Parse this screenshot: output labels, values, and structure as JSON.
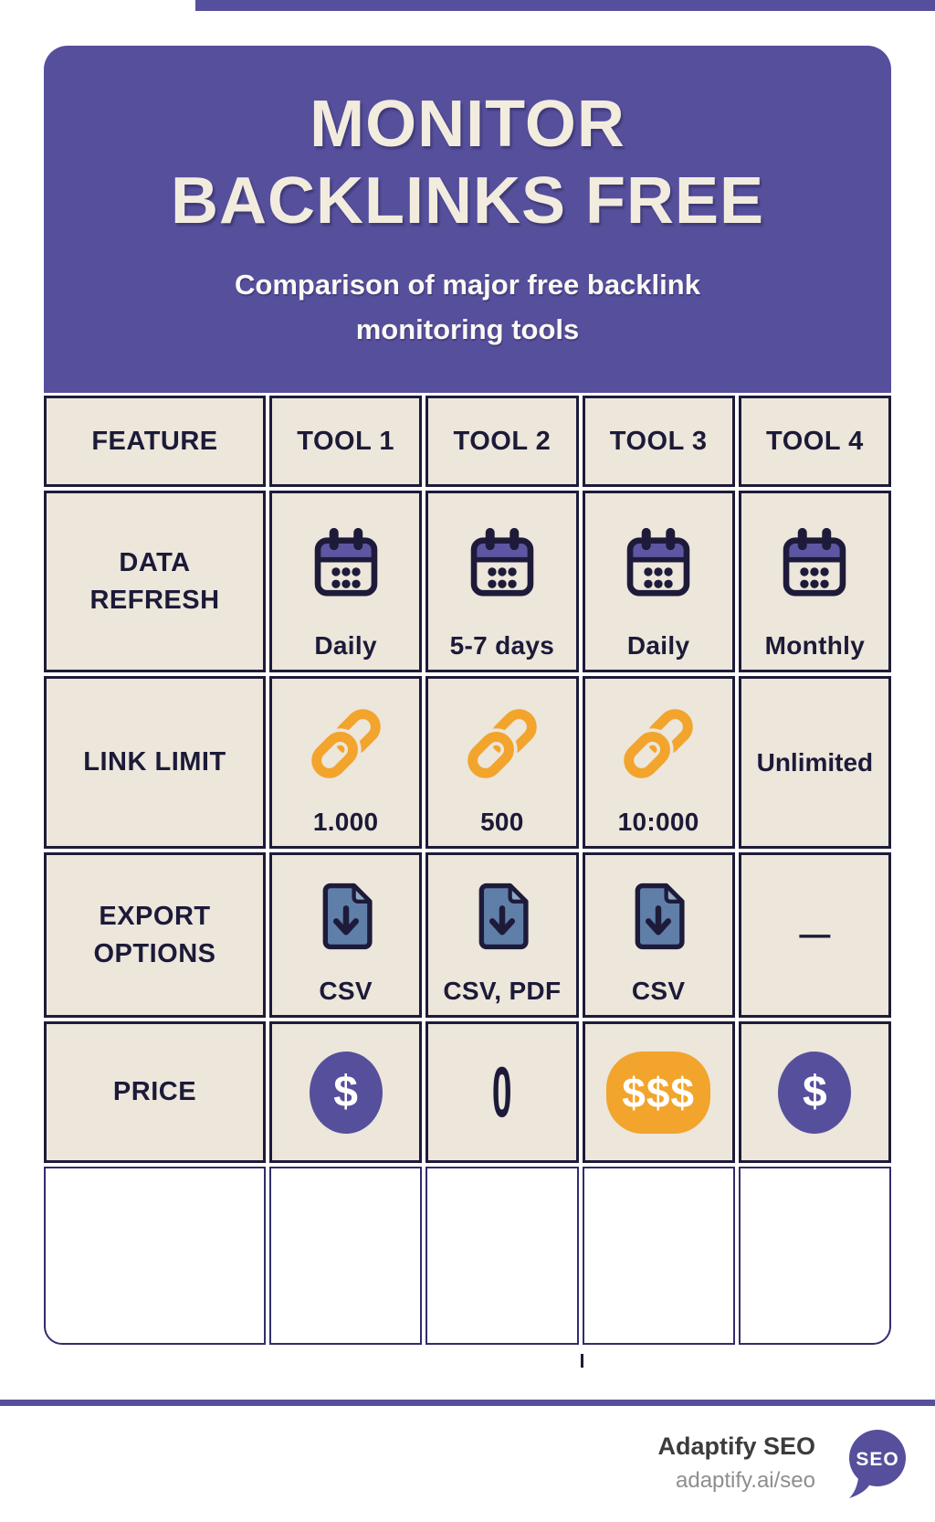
{
  "colors": {
    "purple": "#564f9c",
    "purple-band": "#5d56a2",
    "navy": "#1e1b3a",
    "ink": "#1c1a38",
    "beige": "#ece6db",
    "orange": "#f2a42c",
    "blue": "#5f7fa9",
    "blue-light": "#8ea8c3",
    "cream": "#f2ecdf"
  },
  "header": {
    "title_line1": "MONITOR",
    "title_line2": "BACKLINKS FREE",
    "subtitle": "Comparison of major free backlink monitoring tools"
  },
  "table": {
    "headers": [
      "FEATURE",
      "TOOL 1",
      "TOOL 2",
      "TOOL 3",
      "TOOL 4"
    ],
    "rows": {
      "data_refresh": {
        "label": "DATA REFRESH",
        "icon": "calendar-icon",
        "values": [
          "Daily",
          "5-7 days",
          "Daily",
          "Monthly"
        ]
      },
      "link_limit": {
        "label": "LINK LIMIT",
        "icon": "chain-link-icon",
        "values": [
          "1.000",
          "500",
          "10:000",
          "Unlimited"
        ]
      },
      "export_options": {
        "label": "EXPORT OPTIONS",
        "icon": "file-download-icon",
        "values": [
          "CSV",
          "CSV, PDF",
          "CSV",
          "—"
        ]
      },
      "price": {
        "label": "PRICE",
        "icon": "dollar-icon",
        "values": [
          "$",
          "0",
          "$$$",
          "$"
        ]
      }
    }
  },
  "footer": {
    "brand": "Adaptify SEO",
    "url": "adaptify.ai/seo",
    "logo_text": "SEO"
  }
}
